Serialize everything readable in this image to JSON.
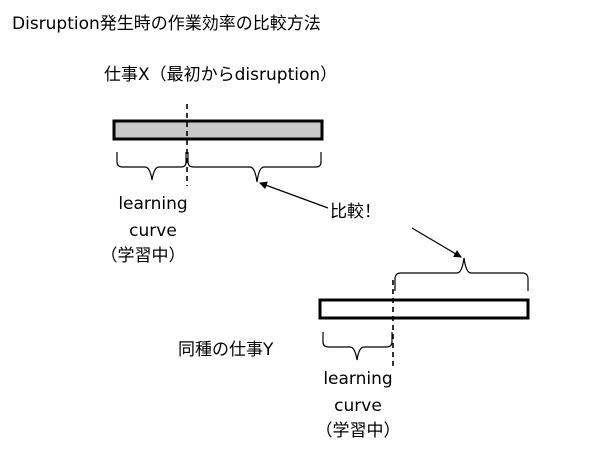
{
  "title": "Disruption発生時の作業効率の比較方法",
  "task_x": {
    "label": "仕事X（最初からdisruption）",
    "learning_curve": {
      "line1": "learning",
      "line2": "curve",
      "line3": "（学習中）"
    }
  },
  "task_y": {
    "label": "同種の仕事Y",
    "learning_curve": {
      "line1": "learning",
      "line2": "curve",
      "line3": "（学習中）"
    }
  },
  "compare": "比較！",
  "colors": {
    "bar_x_fill": "#c8c8c8",
    "bar_y_fill": "#ffffff",
    "stroke": "#000000"
  }
}
